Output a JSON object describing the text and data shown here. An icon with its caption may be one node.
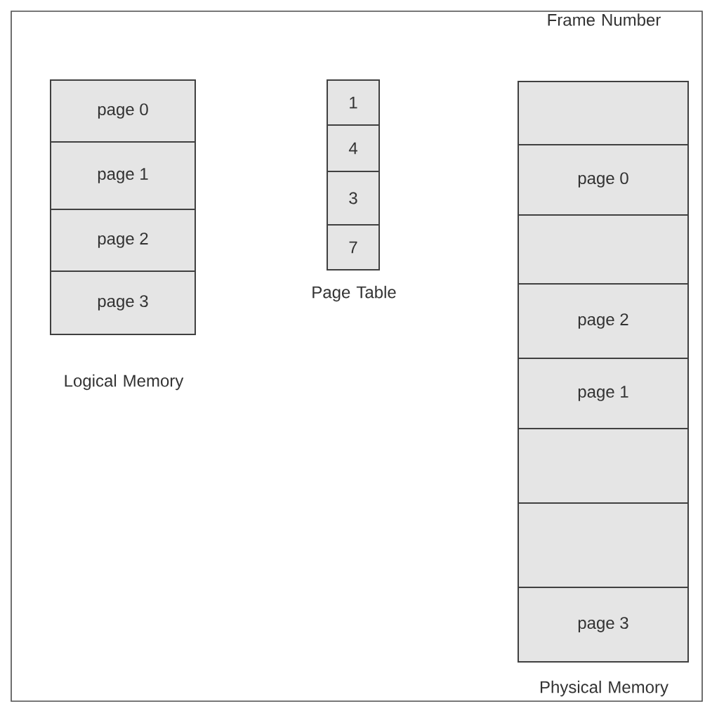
{
  "diagram": {
    "nodes": [
      {
        "text": [
          "page 0"
        ]
      },
      {
        "text": [
          "page 1"
        ]
      },
      {
        "text": [
          "page 2"
        ]
      },
      {
        "text": [
          "page 3"
        ]
      },
      {
        "text": [
          "1"
        ]
      },
      {
        "text": [
          "4"
        ]
      },
      {
        "text": [
          "3"
        ]
      },
      {
        "text": [
          "7"
        ]
      },
      {
        "text": [],
        "shape": "box"
      },
      {
        "text": [
          "page 0"
        ]
      },
      {
        "text": [],
        "shape": "box"
      },
      {
        "text": [
          "page 2"
        ]
      },
      {
        "text": [
          "page 1"
        ]
      },
      {
        "text": [],
        "shape": "box"
      },
      {
        "text": [],
        "shape": "box"
      },
      {
        "text": [
          "page 3"
        ]
      }
    ],
    "edges": [],
    "labels": [
      "Frame Number",
      "Logical Memory",
      "Page Table",
      "Physical Memory"
    ]
  }
}
